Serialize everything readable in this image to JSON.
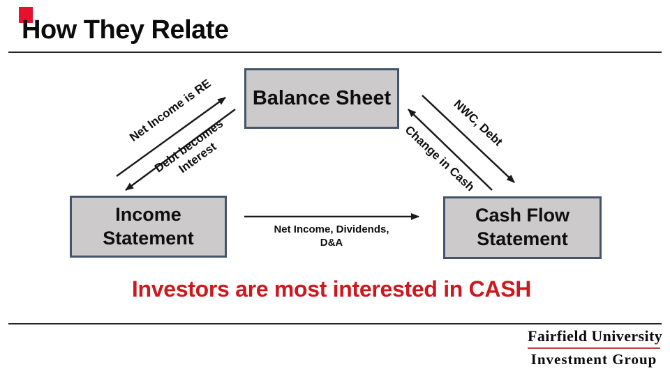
{
  "slide_title": "How They Relate",
  "colors": {
    "accent_square_red": "#E8112D",
    "box_fill_gray": "#CCCACA",
    "box_border_blue": "#44546A",
    "arrow_black": "#1A1A1A",
    "callout_red": "#CE181E",
    "logo_underline_red": "#BF4340"
  },
  "boxes": {
    "balance_sheet": "Balance Sheet",
    "income_statement": "Income Statement",
    "cash_flow": "Cash Flow Statement"
  },
  "arrow_labels": {
    "net_income_re": "Net Income is RE",
    "debt_becomes_interest": "Debt becomes Interest",
    "nwc_debt": "NWC, Debt",
    "change_in_cash": "Change in Cash",
    "net_income_dividends": "Net Income, Dividends, D&A"
  },
  "callout": "Investors are most interested in CASH",
  "footer": {
    "logo_line1": "Fairfield University",
    "logo_line2": "Investment Group"
  }
}
